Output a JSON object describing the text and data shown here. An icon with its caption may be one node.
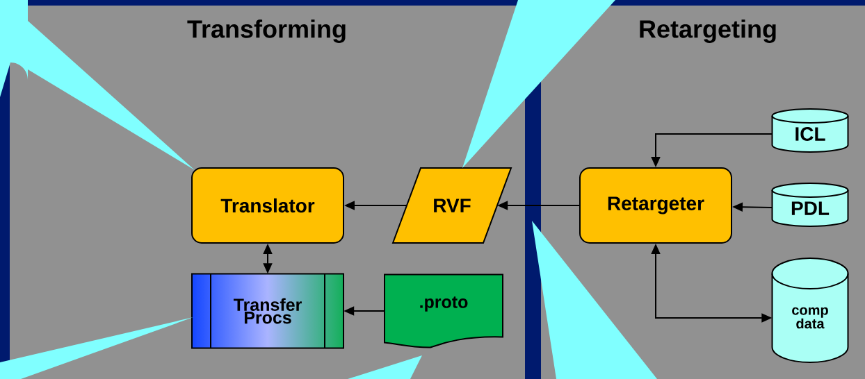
{
  "diagram": {
    "nodes": [
      {
        "text": [
          "Transforming"
        ]
      },
      {
        "text": [
          "Translator"
        ],
        "in": 0
      },
      {
        "text": [
          "RVF"
        ],
        "in": 0
      },
      {
        "text": [
          "Transfer Procs"
        ],
        "in": 0
      },
      {
        "text": [
          ".proto"
        ],
        "in": 0
      },
      {
        "text": [
          "Retargeting"
        ]
      },
      {
        "text": [
          "Retargeter"
        ],
        "in": 5
      },
      {
        "text": [
          "ICL"
        ],
        "in": 5
      },
      {
        "text": [
          "PDL"
        ],
        "in": 5
      },
      {
        "text": [
          "comp data"
        ],
        "in": 5
      }
    ],
    "edges": [
      {
        "from": 2,
        "to": 1,
        "arrow": "to"
      },
      {
        "from": 1,
        "to": 3,
        "arrow": "both"
      },
      {
        "from": 4,
        "to": 3,
        "arrow": "to"
      },
      {
        "from": 6,
        "to": 2,
        "arrow": "to"
      },
      {
        "from": 7,
        "to": 6,
        "arrow": "to"
      },
      {
        "from": 8,
        "to": 6,
        "arrow": "to"
      },
      {
        "from": 6,
        "to": 9,
        "arrow": "both"
      }
    ]
  }
}
